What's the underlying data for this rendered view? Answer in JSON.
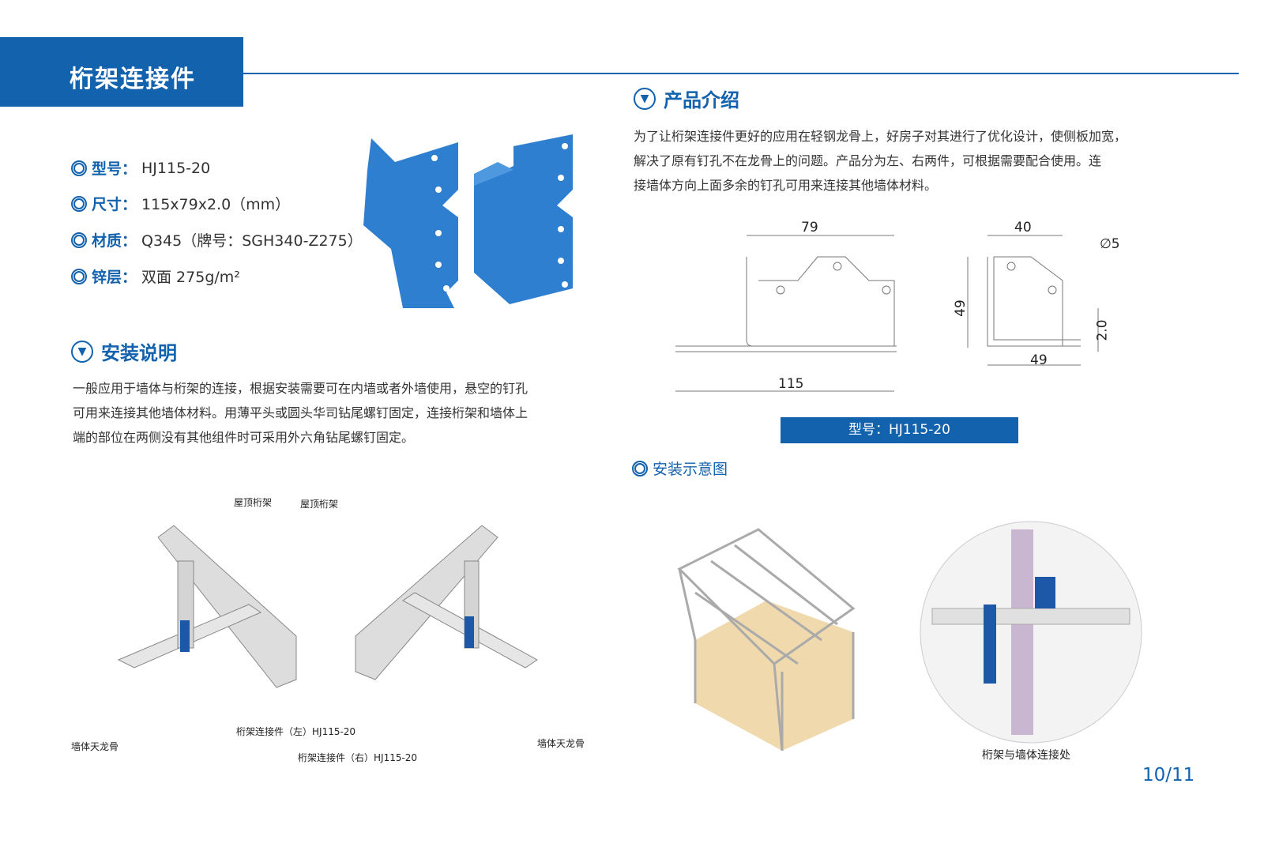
{
  "header": {
    "title": "桁架连接件"
  },
  "specs": [
    {
      "label": "型号：",
      "value": "HJ115-20"
    },
    {
      "label": "尺寸：",
      "value": "115x79x2.0（mm）"
    },
    {
      "label": "材质：",
      "value": "Q345（牌号：SGH340-Z275）"
    },
    {
      "label": "锌层：",
      "value": "双面 275g/m²"
    }
  ],
  "install": {
    "title": "安装说明",
    "text": [
      "一般应用于墙体与桁架的连接，根据安装需要可在内墙或者外墙使用，悬空的钉孔",
      "可用来连接其他墙体材料。用薄平头或圆头华司钻尾螺钉固定，连接桁架和墙体上",
      "端的部位在两侧没有其他组件时可采用外六角钻尾螺钉固定。"
    ]
  },
  "intro": {
    "title": "产品介绍",
    "text": [
      "为了让桁架连接件更好的应用在轻钢龙骨上，好房子对其进行了优化设计，使侧板加宽，",
      "解决了原有钉孔不在龙骨上的问题。产品分为左、右两件，可根据需要配合使用。连",
      "接墙体方向上面多余的钉孔可用来连接其他墙体材料。"
    ]
  },
  "drawing": {
    "d79": "79",
    "d115": "115",
    "d40": "40",
    "d49v": "49",
    "d49h": "49",
    "d20": "2.0",
    "hole": "∅5"
  },
  "model_bar": "型号：HJ115-20",
  "diagram": {
    "title": "安装示意图",
    "caption": "桁架与墙体连接处"
  },
  "labels": {
    "truss1": "屋顶桁架",
    "truss2": "屋顶桁架",
    "left": "桁架连接件（左）HJ115-20",
    "right": "桁架连接件（右）HJ115-20",
    "wall1": "墙体天龙骨",
    "wall2": "墙体天龙骨"
  },
  "page": "10/11",
  "colors": {
    "brand": "#1262ad",
    "part": "#2f7fd0"
  }
}
